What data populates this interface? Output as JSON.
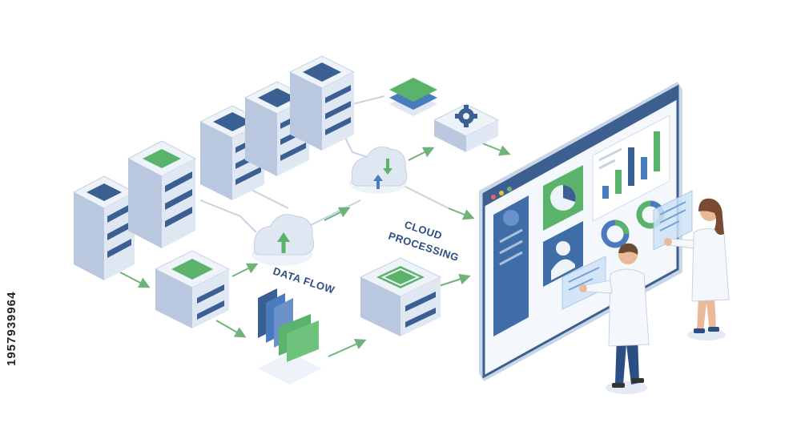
{
  "labels": {
    "data_flow": "DATA FLOW",
    "cloud_processing_line1": "CLOUD",
    "cloud_processing_line2": "PROCESSING"
  },
  "side_id": "1957939964",
  "colors": {
    "server_front": "#dfe7f3",
    "server_side": "#b9c8de",
    "server_top": "#eef3f9",
    "slot_dark": "#3a5f93",
    "accent_green": "#5ab36a",
    "accent_blue": "#4a7bbf",
    "line": "#c9d3e0",
    "arrow": "#6fb37a",
    "monitor_frame": "#3d5f8f",
    "panel_blue": "#3f6da8",
    "coat": "#f4f7fb"
  },
  "icons": [
    "server-rack-icon",
    "cloud-upload-icon",
    "cloud-download-icon",
    "gear-icon",
    "database-layers-icon",
    "file-stack-icon",
    "pie-chart-icon",
    "bar-chart-icon",
    "donut-chart-icon",
    "user-profile-icon"
  ]
}
